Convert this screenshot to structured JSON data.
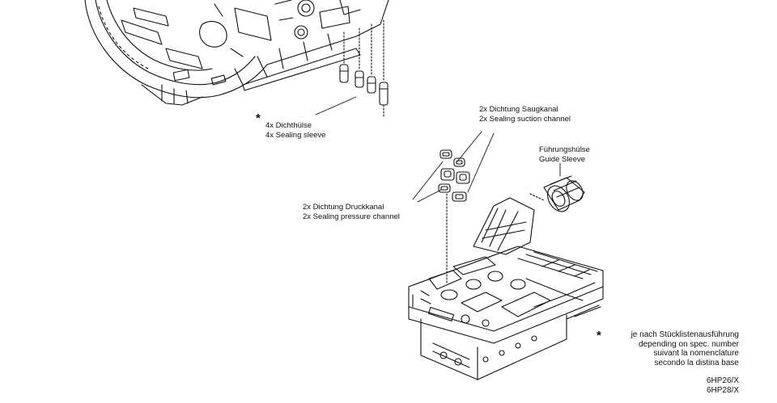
{
  "labels": {
    "sealing_sleeve": {
      "line1": "4x Dichthülse",
      "line2": "4x Sealing sleeve",
      "marker": "*"
    },
    "suction_channel": {
      "line1": "2x Dichtung Saugkanal",
      "line2": "2x Sealing suction channel"
    },
    "guide_sleeve": {
      "line1": "Führungshülse",
      "line2": "Guide Sleeve"
    },
    "pressure_channel": {
      "line1": "2x Dichtung Druckkanal",
      "line2": "2x Sealing pressure channel"
    }
  },
  "footnote": {
    "marker": "*",
    "line1": "je nach Stücklistenausführung",
    "line2": "depending on spec. number",
    "line3": "suivant la nomenclature",
    "line4": "secondo la distina base"
  },
  "models": [
    "6HP26/X",
    "6HP28/X"
  ]
}
